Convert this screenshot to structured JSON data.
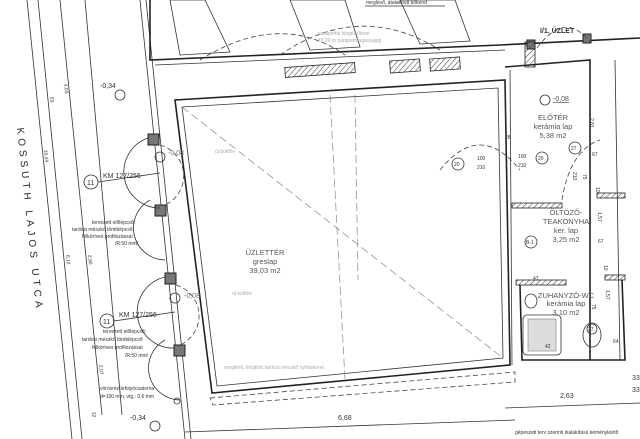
{
  "street_name": "KOSSUTH LAJOS UTCA",
  "top_note": "meglévő, átalakított kőkeret",
  "parapet_note": [
    "parapetfal kiegészítése",
    "±0,90 m parapetmagasságig"
  ],
  "unit_label": "I/1. ÜZLET",
  "rooms": {
    "shop": {
      "name": "ÜZLETTÉR",
      "floor": "greslap",
      "area": "39,03 m2"
    },
    "lobby": {
      "name": "ELŐTÉR",
      "floor": "kerámia lap",
      "area": "5,38 m2",
      "level": "-0,08"
    },
    "kitchen": {
      "name": "ÖLTÖZŐ-",
      "name2": "TEAKONYHA",
      "floor": "ker. lap",
      "area": "3,25 m2"
    },
    "wc": {
      "name": "ZUHANYZÓ-WC",
      "floor": "kerámia lap",
      "area": "3,10 m2"
    }
  },
  "levels": {
    "outer_top": "-0,34",
    "outer_bottom": "-0,34",
    "door1": "-0,08",
    "door2": "-0,08"
  },
  "doors": [
    {
      "tag": "11",
      "code": "KM 127/256"
    },
    {
      "tag": "11",
      "code": "KM 127/256"
    }
  ],
  "new_arch_label": "új bolttöv",
  "step_note": [
    "tervezett előlépcső:",
    "tardosi mészkő tömblépcső",
    "félköríves profilozással",
    "/R:50 mm/"
  ],
  "frame_note": "meglévő, felújított tardosi mészkő nyíláskeret",
  "gutter_note": [
    "vörösréz lefolyócsatorna",
    "d=100 mm, vtg.: 0,6 mm"
  ],
  "chimney_note": "gépészeti terv szerinti kialakítású kéménykürtő",
  "dimensions": {
    "left_403": "4,03",
    "left_53": "53",
    "left_1044": "10,44",
    "left_612": "6,12",
    "left_290": "2,90",
    "left_207": "2,07",
    "left_32": "32",
    "bottom_668": "6,68",
    "bottom_263": "2,63",
    "right_33a": "33",
    "right_33b": "33",
    "lobby_281": "2,81",
    "lobby_28": "28",
    "door_w1": "100",
    "door_h1": "210",
    "door_w2": "100",
    "door_h2": "210",
    "tag_29": "29",
    "tag_27": "27",
    "tag_20": "20",
    "d67a": "67",
    "d210": "210",
    "d75a": "75",
    "d10a": "10",
    "k157": "1,57",
    "k67": "67",
    "k10": "10",
    "b1": "B-1",
    "k47": "47",
    "w157": "1,57",
    "w75": "75",
    "w27": "27",
    "w64": "64",
    "w42": "42"
  }
}
